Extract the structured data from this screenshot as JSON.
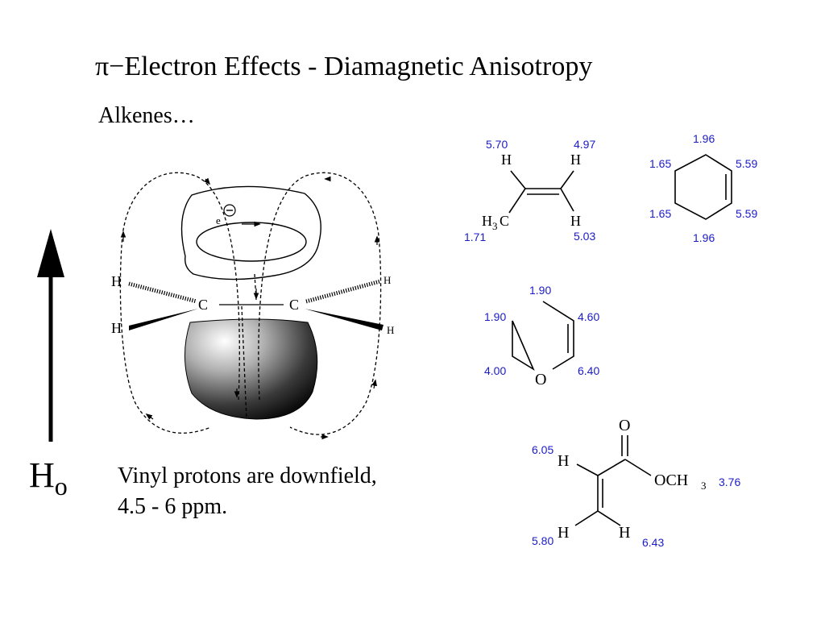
{
  "slide": {
    "title": "π−Electron Effects - Diamagnetic Anisotropy",
    "subtitle": "Alkenes…",
    "caption_line1": "Vinyl protons are downfield,",
    "caption_line2": "4.5 - 6 ppm.",
    "field_label": "H",
    "field_label_sub": "o"
  },
  "diagram": {
    "electron_label": "e",
    "atoms": {
      "H": "H",
      "C": "C",
      "O": "O",
      "CH": "CH",
      "three": "3",
      "OCH": "OCH"
    }
  },
  "molecules": {
    "propene": {
      "h_top_left": "5.70",
      "h_top_right": "4.97",
      "methyl": "1.71",
      "h_bottom_right": "5.03"
    },
    "cyclohexene": {
      "top": "1.96",
      "upper_left": "1.65",
      "upper_right": "5.59",
      "lower_left": "1.65",
      "lower_right": "5.59",
      "bottom": "1.96"
    },
    "dihydropyran": {
      "top": "1.90",
      "upper_left": "1.90",
      "upper_right": "4.60",
      "lower_left": "4.00",
      "lower_right": "6.40"
    },
    "methyl_acrylate": {
      "h_alpha": "6.05",
      "och3": "3.76",
      "h_cis": "5.80",
      "h_trans": "6.43"
    }
  },
  "colors": {
    "shift_text": "#1b1bc8",
    "text": "#000000",
    "background": "#ffffff"
  }
}
